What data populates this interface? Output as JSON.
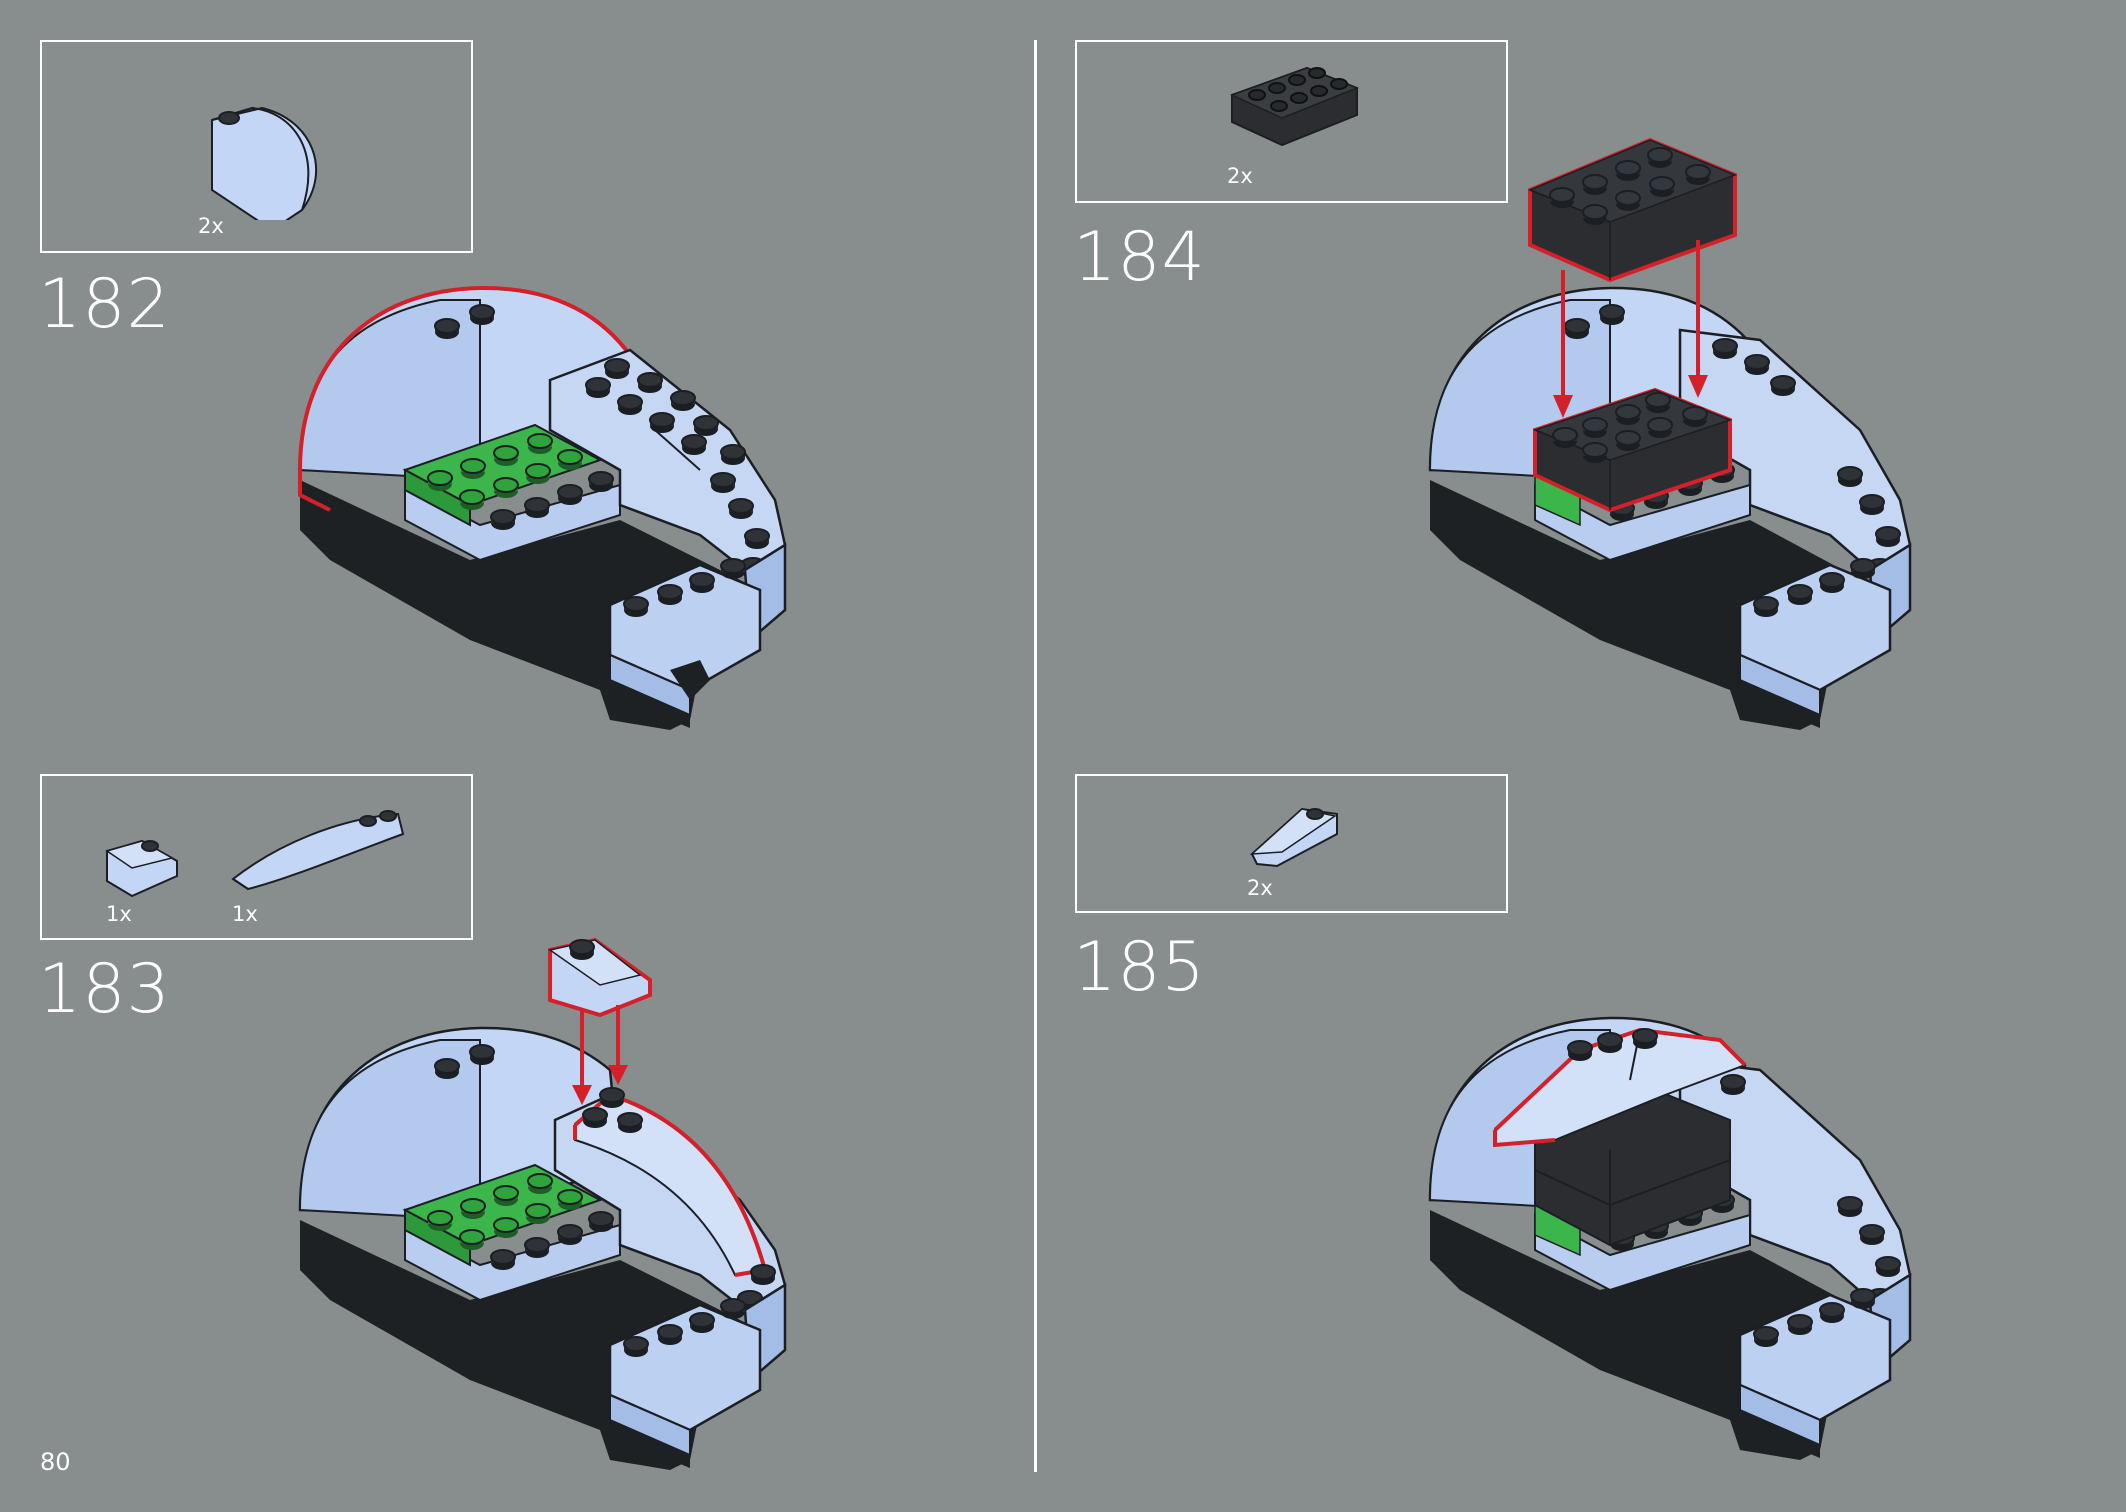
{
  "page_number": "80",
  "colors": {
    "background": "#888d8e",
    "light_bluish": "#b8cdf0",
    "light_bluish_shade": "#9fb8e2",
    "green": "#3cb54a",
    "black_brick": "#2b2d30",
    "outline": "#1b1f24",
    "highlight": "#d42028"
  },
  "steps": [
    {
      "number": "182",
      "parts": [
        {
          "icon": "quarter-dome-piece-icon",
          "qty": "2x"
        }
      ]
    },
    {
      "number": "183",
      "parts": [
        {
          "icon": "small-slope-piece-icon",
          "qty": "1x"
        },
        {
          "icon": "long-wedge-piece-icon",
          "qty": "1x"
        }
      ]
    },
    {
      "number": "184",
      "parts": [
        {
          "icon": "black-brick-2x4-icon",
          "qty": "2x"
        }
      ]
    },
    {
      "number": "185",
      "parts": [
        {
          "icon": "slope-piece-icon",
          "qty": "2x"
        }
      ]
    }
  ]
}
